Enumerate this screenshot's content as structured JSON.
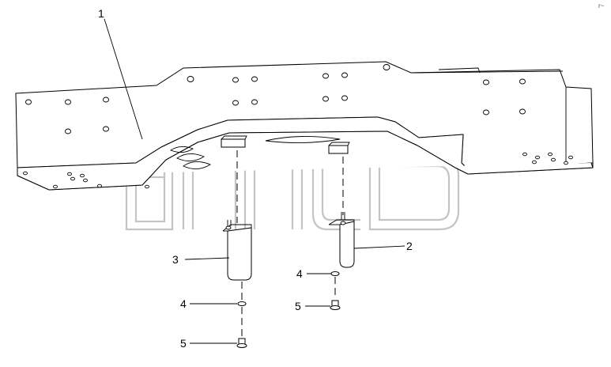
{
  "callouts": [
    {
      "id": "1",
      "label": "1"
    },
    {
      "id": "2",
      "label": "2"
    },
    {
      "id": "3",
      "label": "3"
    },
    {
      "id": "4a",
      "label": "4"
    },
    {
      "id": "4b",
      "label": "4"
    },
    {
      "id": "5a",
      "label": "5"
    },
    {
      "id": "5b",
      "label": "5"
    }
  ],
  "watermark": {
    "mark": "TM"
  },
  "corner_mark": "r~"
}
